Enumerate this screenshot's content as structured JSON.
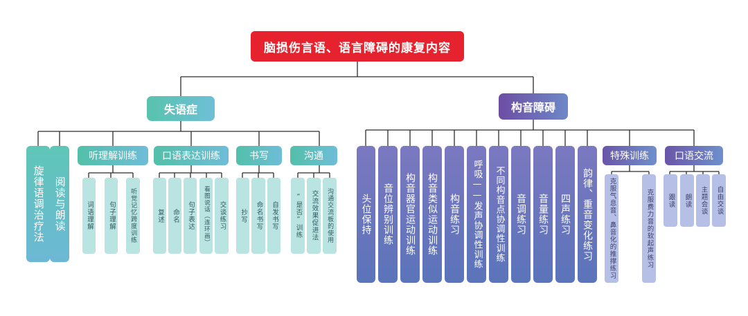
{
  "title": "脑损伤言语、语言障碍的康复内容",
  "aphasia": {
    "label": "失语症",
    "melodic": "旋律语调治疗法",
    "reading": "阅读与朗读",
    "listening": {
      "label": "听理解训练",
      "items": [
        "词语理解",
        "句子理解",
        "听觉记忆跨度训练"
      ]
    },
    "oral": {
      "label": "口语表达训练",
      "items": [
        "复述",
        "命名",
        "句子表达",
        "看图说话（连环画）",
        "交谈练习"
      ]
    },
    "writing": {
      "label": "书写",
      "items": [
        "抄写",
        "命名书写",
        "自发书写"
      ]
    },
    "communication": {
      "label": "沟通",
      "items": [
        "“是否”训练",
        "交流效果促进法",
        "沟通交流板的使用"
      ]
    }
  },
  "dysarthria": {
    "label": "构音障碍",
    "items": [
      "头位保持",
      "音位辨别训练",
      "构音器官运动训练",
      "构音类似运动训练",
      "构音练习",
      "呼吸——发声协调性训练",
      "不同构音点协调性训练",
      "音调练习",
      "音量练习",
      "四声练习",
      "韵律、重音变化练习"
    ],
    "special": {
      "label": "特殊训练",
      "items": [
        "克服气息音、鼻音化的推撑练习",
        "克服费力音的软起声练习"
      ]
    },
    "oral_exchange": {
      "label": "口语交流",
      "items": [
        "跟读",
        "朗读",
        "主题会谈",
        "自由交谈"
      ]
    }
  }
}
